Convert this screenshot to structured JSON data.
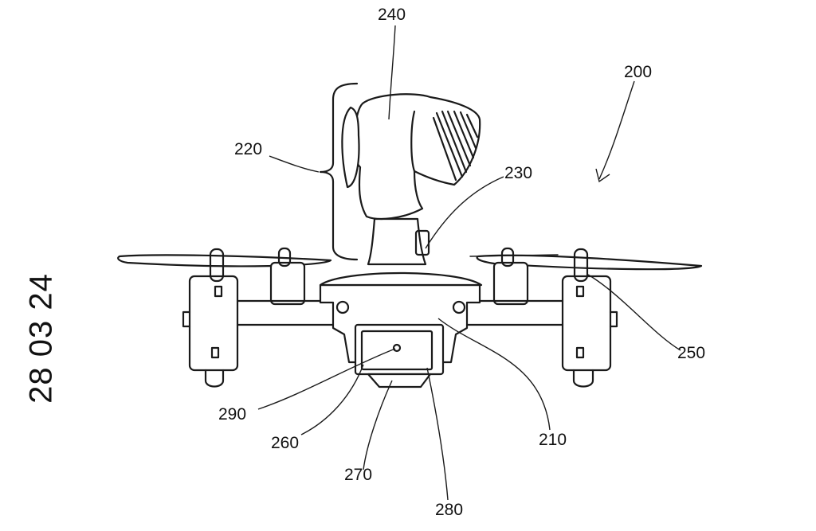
{
  "date_stamp": "28 03 24",
  "reference_numerals": {
    "r200": "200",
    "r210": "210",
    "r220": "220",
    "r230": "230",
    "r240": "240",
    "r250": "250",
    "r260": "260",
    "r270": "270",
    "r280": "280",
    "r290": "290"
  },
  "colors": {
    "ink": "#1a1a1a",
    "paper": "#ffffff"
  }
}
